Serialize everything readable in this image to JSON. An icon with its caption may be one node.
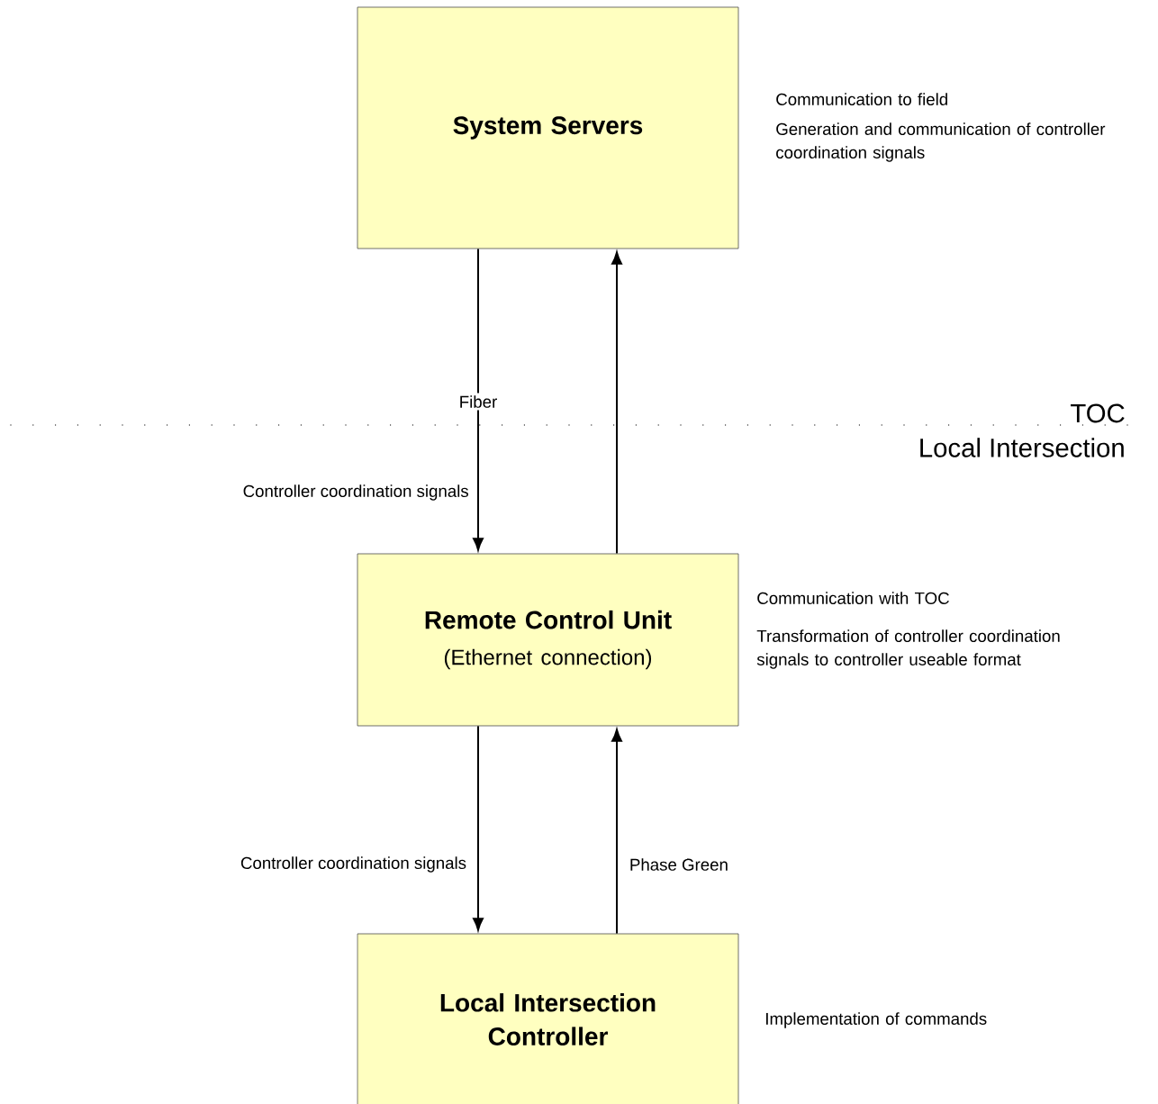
{
  "diagram": {
    "nodes": [
      {
        "text": [
          "System Servers"
        ],
        "beside": [
          "Communication to field",
          "Generation and communication of controller coordination signals"
        ]
      },
      {
        "text": [
          "Remote Control Unit",
          "(Ethernet connection)"
        ],
        "beside": [
          "Communication with TOC",
          "Transformation of controller coordination signals to controller useable format"
        ]
      },
      {
        "text": [
          "Local Intersection Controller"
        ],
        "beside": [
          "Implementation of commands"
        ]
      }
    ],
    "edges": [
      {
        "from": 0,
        "to": 1,
        "arrow": "to",
        "label": "Fiber"
      },
      {
        "from": 1,
        "to": 0,
        "arrow": "to"
      },
      {
        "from": 1,
        "to": 2,
        "arrow": "to",
        "label": "Controller coordination signals"
      },
      {
        "from": 2,
        "to": 1,
        "arrow": "to",
        "label": "Phase Green"
      }
    ],
    "labels": [
      "TOC",
      "Local Intersection",
      "Controller coordination signals"
    ]
  }
}
